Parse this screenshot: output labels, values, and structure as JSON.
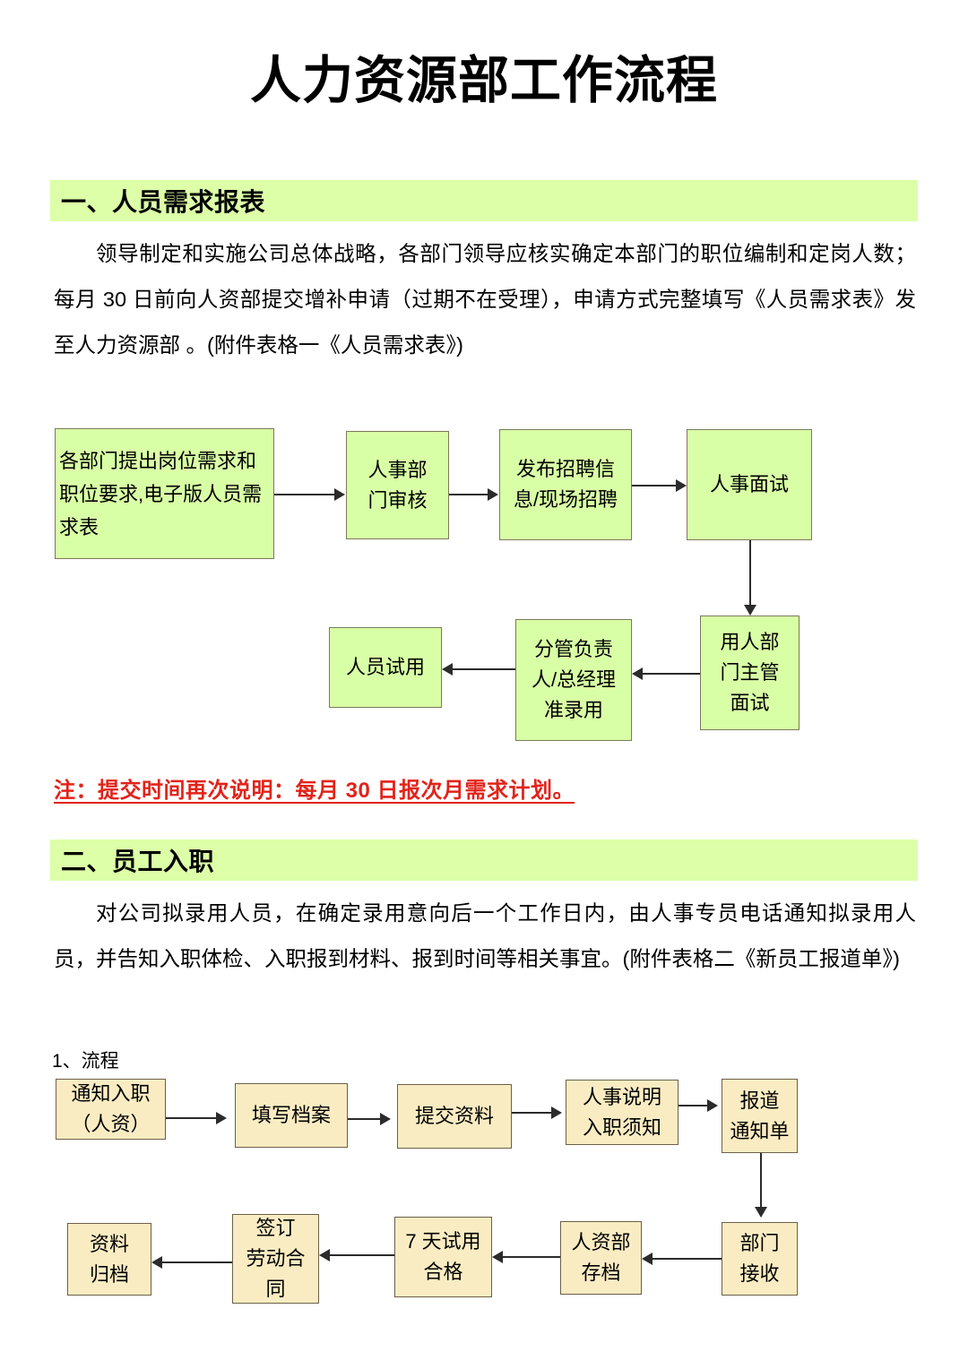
{
  "document": {
    "title": "人力资源部工作流程"
  },
  "sections": [
    {
      "heading": "一、人员需求报表",
      "paragraph": "领导制定和实施公司总体战略，各部门领导应核实确定本部门的职位编制和定岗人数；每月 30 日前向人资部提交增补申请（过期不在受理），申请方式完整填写《人员需求表》发至人力资源部 。(附件表格一《人员需求表》)",
      "note": "注：提交时间再次说明：每月 30 日报次月需求计划。"
    },
    {
      "heading": "二、员工入职",
      "paragraph": "对公司拟录用人员，在确定录用意向后一个工作日内，由人事专员电话通知拟录用人员，并告知入职体检、入职报到材料、报到时间等相关事宜。(附件表格二《新员工报道单》)",
      "subhead": "1、流程"
    }
  ],
  "flowchart_recruitment": {
    "nodes": [
      {
        "id": "n1",
        "label": "各部门提出岗位需求和职位要求,电子版人员需求表"
      },
      {
        "id": "n2",
        "label": "人事部\n门审核"
      },
      {
        "id": "n3",
        "label": "发布招聘信\n息/现场招聘"
      },
      {
        "id": "n4",
        "label": "人事面试"
      },
      {
        "id": "n5",
        "label": "用人部\n门主管\n面试"
      },
      {
        "id": "n6",
        "label": "分管负责\n人/总经理\n准录用"
      },
      {
        "id": "n7",
        "label": "人员试用"
      }
    ],
    "edges": [
      {
        "from": "n1",
        "to": "n2",
        "dir": "right"
      },
      {
        "from": "n2",
        "to": "n3",
        "dir": "right"
      },
      {
        "from": "n3",
        "to": "n4",
        "dir": "right"
      },
      {
        "from": "n4",
        "to": "n5",
        "dir": "down"
      },
      {
        "from": "n5",
        "to": "n6",
        "dir": "left"
      },
      {
        "from": "n6",
        "to": "n7",
        "dir": "left"
      }
    ]
  },
  "flowchart_onboarding": {
    "nodes": [
      {
        "id": "m1",
        "label": "通知入职\n（人资）"
      },
      {
        "id": "m2",
        "label": "填写档案"
      },
      {
        "id": "m3",
        "label": "提交资料"
      },
      {
        "id": "m4",
        "label": "人事说明\n入职须知"
      },
      {
        "id": "m5",
        "label": "报道\n通知单"
      },
      {
        "id": "m6",
        "label": "部门\n接收"
      },
      {
        "id": "m7",
        "label": "人资部\n存档"
      },
      {
        "id": "m8",
        "label": "7 天试用\n合格"
      },
      {
        "id": "m9",
        "label": "签订\n劳动合\n同"
      },
      {
        "id": "m10",
        "label": "资料\n归档"
      }
    ],
    "edges": [
      {
        "from": "m1",
        "to": "m2",
        "dir": "right"
      },
      {
        "from": "m2",
        "to": "m3",
        "dir": "right"
      },
      {
        "from": "m3",
        "to": "m4",
        "dir": "right"
      },
      {
        "from": "m4",
        "to": "m5",
        "dir": "right"
      },
      {
        "from": "m5",
        "to": "m6",
        "dir": "down"
      },
      {
        "from": "m6",
        "to": "m7",
        "dir": "left"
      },
      {
        "from": "m7",
        "to": "m8",
        "dir": "left"
      },
      {
        "from": "m8",
        "to": "m9",
        "dir": "left"
      },
      {
        "from": "m9",
        "to": "m10",
        "dir": "left"
      }
    ]
  },
  "colors": {
    "section_bar": "#DCFFA8",
    "green_box": "#D9FFA6",
    "yellow_box": "#FAECC2",
    "note_red": "#E2231A",
    "connector": "#2B2B2B"
  }
}
